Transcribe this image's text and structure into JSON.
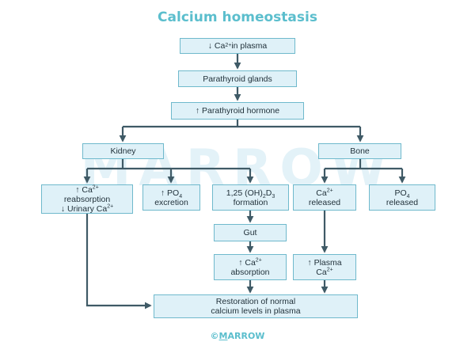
{
  "title": "Calcium homeostasis",
  "watermark": "MARROW",
  "footer": {
    "symbol": "©",
    "first_letter": "M",
    "rest": "ARROW"
  },
  "glyphs": {
    "down": "↓",
    "up": "↑"
  },
  "nodes": {
    "ca_plasma_low": {
      "pre": "↓ Ca",
      "sup": "2+",
      "post": " in plasma"
    },
    "parathyroid_glands": {
      "text": "Parathyroid glands"
    },
    "pth": {
      "text": "↑ Parathyroid hormone"
    },
    "kidney": {
      "text": "Kidney"
    },
    "bone": {
      "text": "Bone"
    },
    "reabsorption": {
      "line1_pre": "↑ Ca",
      "line1_sup": "2+",
      "line2": "reabsorption",
      "line3_pre": "↓ Urinary Ca",
      "line3_sup": "2+"
    },
    "po4_excretion": {
      "line1_pre": "↑ PO",
      "line1_sub": "4",
      "line2": "excretion"
    },
    "vitd_formation": {
      "pre": "1,25 (OH)",
      "sub1": "2",
      "mid": "D",
      "sub2": "3",
      "line2": "formation"
    },
    "gut": {
      "text": "Gut"
    },
    "gut_absorption": {
      "line1_pre": "↑ Ca",
      "line1_sup": "2+",
      "line2": "absorption"
    },
    "ca_released": {
      "line1_pre": "Ca",
      "line1_sup": "2+",
      "line2": "released"
    },
    "po4_released": {
      "line1_pre": "PO",
      "line1_sub": "4",
      "line2": "released"
    },
    "plasma_ca_up": {
      "line1": "↑ Plasma",
      "line2_pre": "Ca",
      "line2_sup": "2+"
    },
    "restoration": {
      "line1": "Restoration of normal",
      "line2": "calcium levels in plasma"
    }
  }
}
